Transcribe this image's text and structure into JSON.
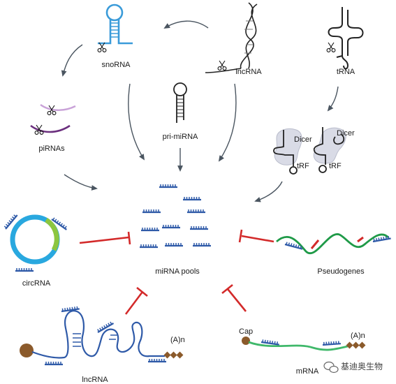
{
  "labels": {
    "snorna": "snoRNA",
    "lncrna_top": "lncRNA",
    "trna": "tRNA",
    "pirnas": "piRNAs",
    "pri_mirna": "pri-miRNA",
    "dicer_left": "Dicer",
    "dicer_right": "Dicer",
    "trf_left": "tRF",
    "trf_right": "tRF",
    "mirna_pools": "miRNA pools",
    "circrna": "circRNA",
    "pseudogenes": "Pseudogenes",
    "lncrna_bottom": "lncRNA",
    "mrna": "mRNA",
    "cap": "Cap",
    "polya_left": "(A)n",
    "polya_right": "(A)n",
    "watermark": "基迪奥生物"
  },
  "colors": {
    "strand": "#2f5aa8",
    "arrow": "#4a5560",
    "inhibit": "#d32a2a",
    "snorna": "#3a9bd9",
    "circ_blue": "#29a8df",
    "circ_green": "#8cc63f",
    "pseudogene_green": "#1f9a48",
    "mrna_green": "#3fb86a",
    "cap_brown": "#8b5a2b",
    "dicer": "#d9dbe6",
    "pirna_light": "#c9a2d8",
    "pirna_dark": "#6b2f7e"
  },
  "icons": [
    "scissors-icon",
    "wechat-icon"
  ]
}
